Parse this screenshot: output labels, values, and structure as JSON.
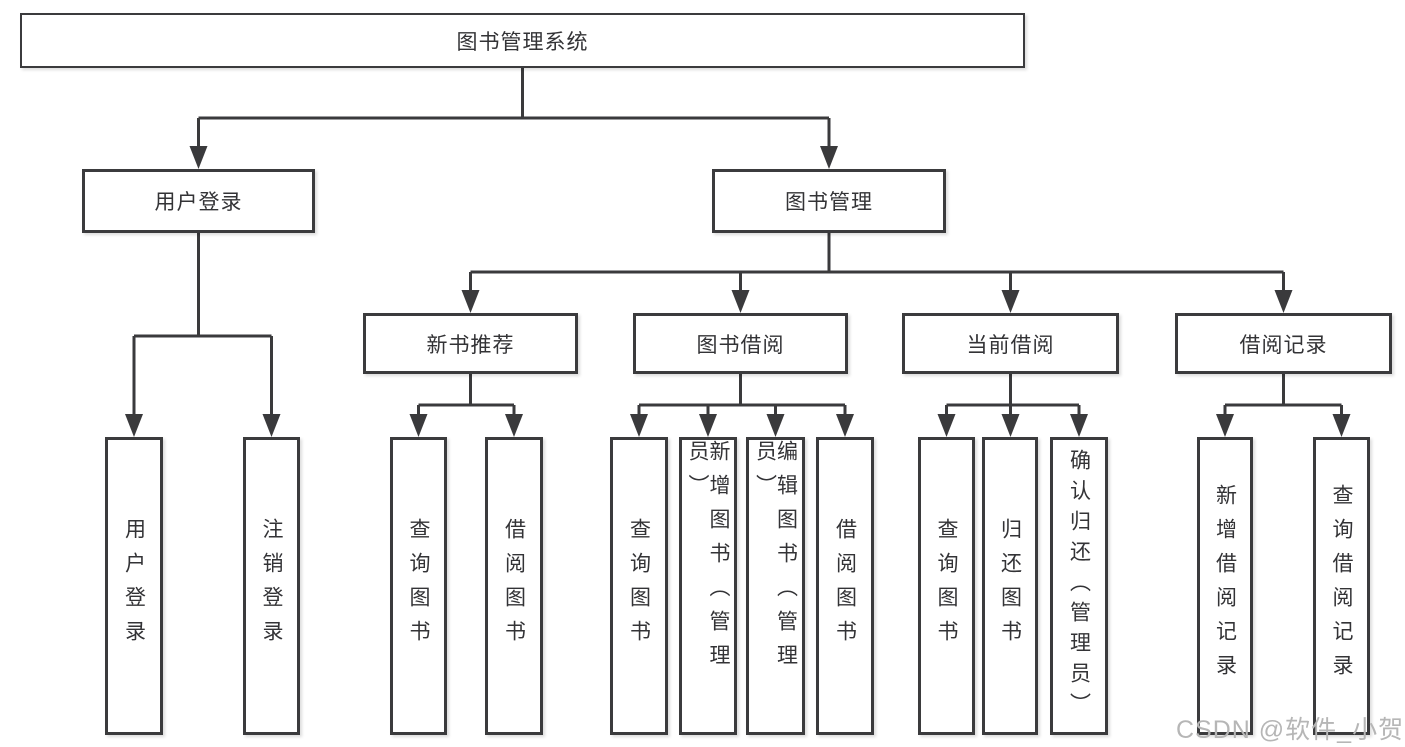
{
  "diagram": {
    "nodes": {
      "root": "图书管理系统",
      "userLogin": "用户登录",
      "bookMgmt": "图书管理",
      "newBookRec": "新书推荐",
      "bookBorrow": "图书借阅",
      "currentBorrow": "当前借阅",
      "borrowRecords": "借阅记录",
      "ulLogin": "用户登录",
      "ulLogout": "注销登录",
      "nbQuery": "查询图书",
      "nbBorrow": "借阅图书",
      "bbQuery": "查询图书",
      "bbAdd": "新增图书（管理员）",
      "bbEdit": "编辑图书（管理员）",
      "bbBorrow": "借阅图书",
      "cbQuery": "查询图书",
      "cbReturn": "归还图书",
      "cbConfirm": "确认归还（管理员）",
      "brAdd": "新增借阅记录",
      "brQuery": "查询借阅记录"
    },
    "structure": {
      "图书管理系统": {
        "用户登录": [
          "用户登录",
          "注销登录"
        ],
        "图书管理": {
          "新书推荐": [
            "查询图书",
            "借阅图书"
          ],
          "图书借阅": [
            "查询图书",
            "新增图书（管理员）",
            "编辑图书（管理员）",
            "借阅图书"
          ],
          "当前借阅": [
            "查询图书",
            "归还图书",
            "确认归还（管理员）"
          ],
          "借阅记录": [
            "新增借阅记录",
            "查询借阅记录"
          ]
        }
      }
    },
    "colors": {
      "line": "#3a3a3c",
      "border": "#3b3b3d",
      "text": "#333336",
      "background": "#ffffff",
      "watermark_color": "#b6b6b6"
    }
  },
  "watermark": "CSDN @软件_小贺同学"
}
